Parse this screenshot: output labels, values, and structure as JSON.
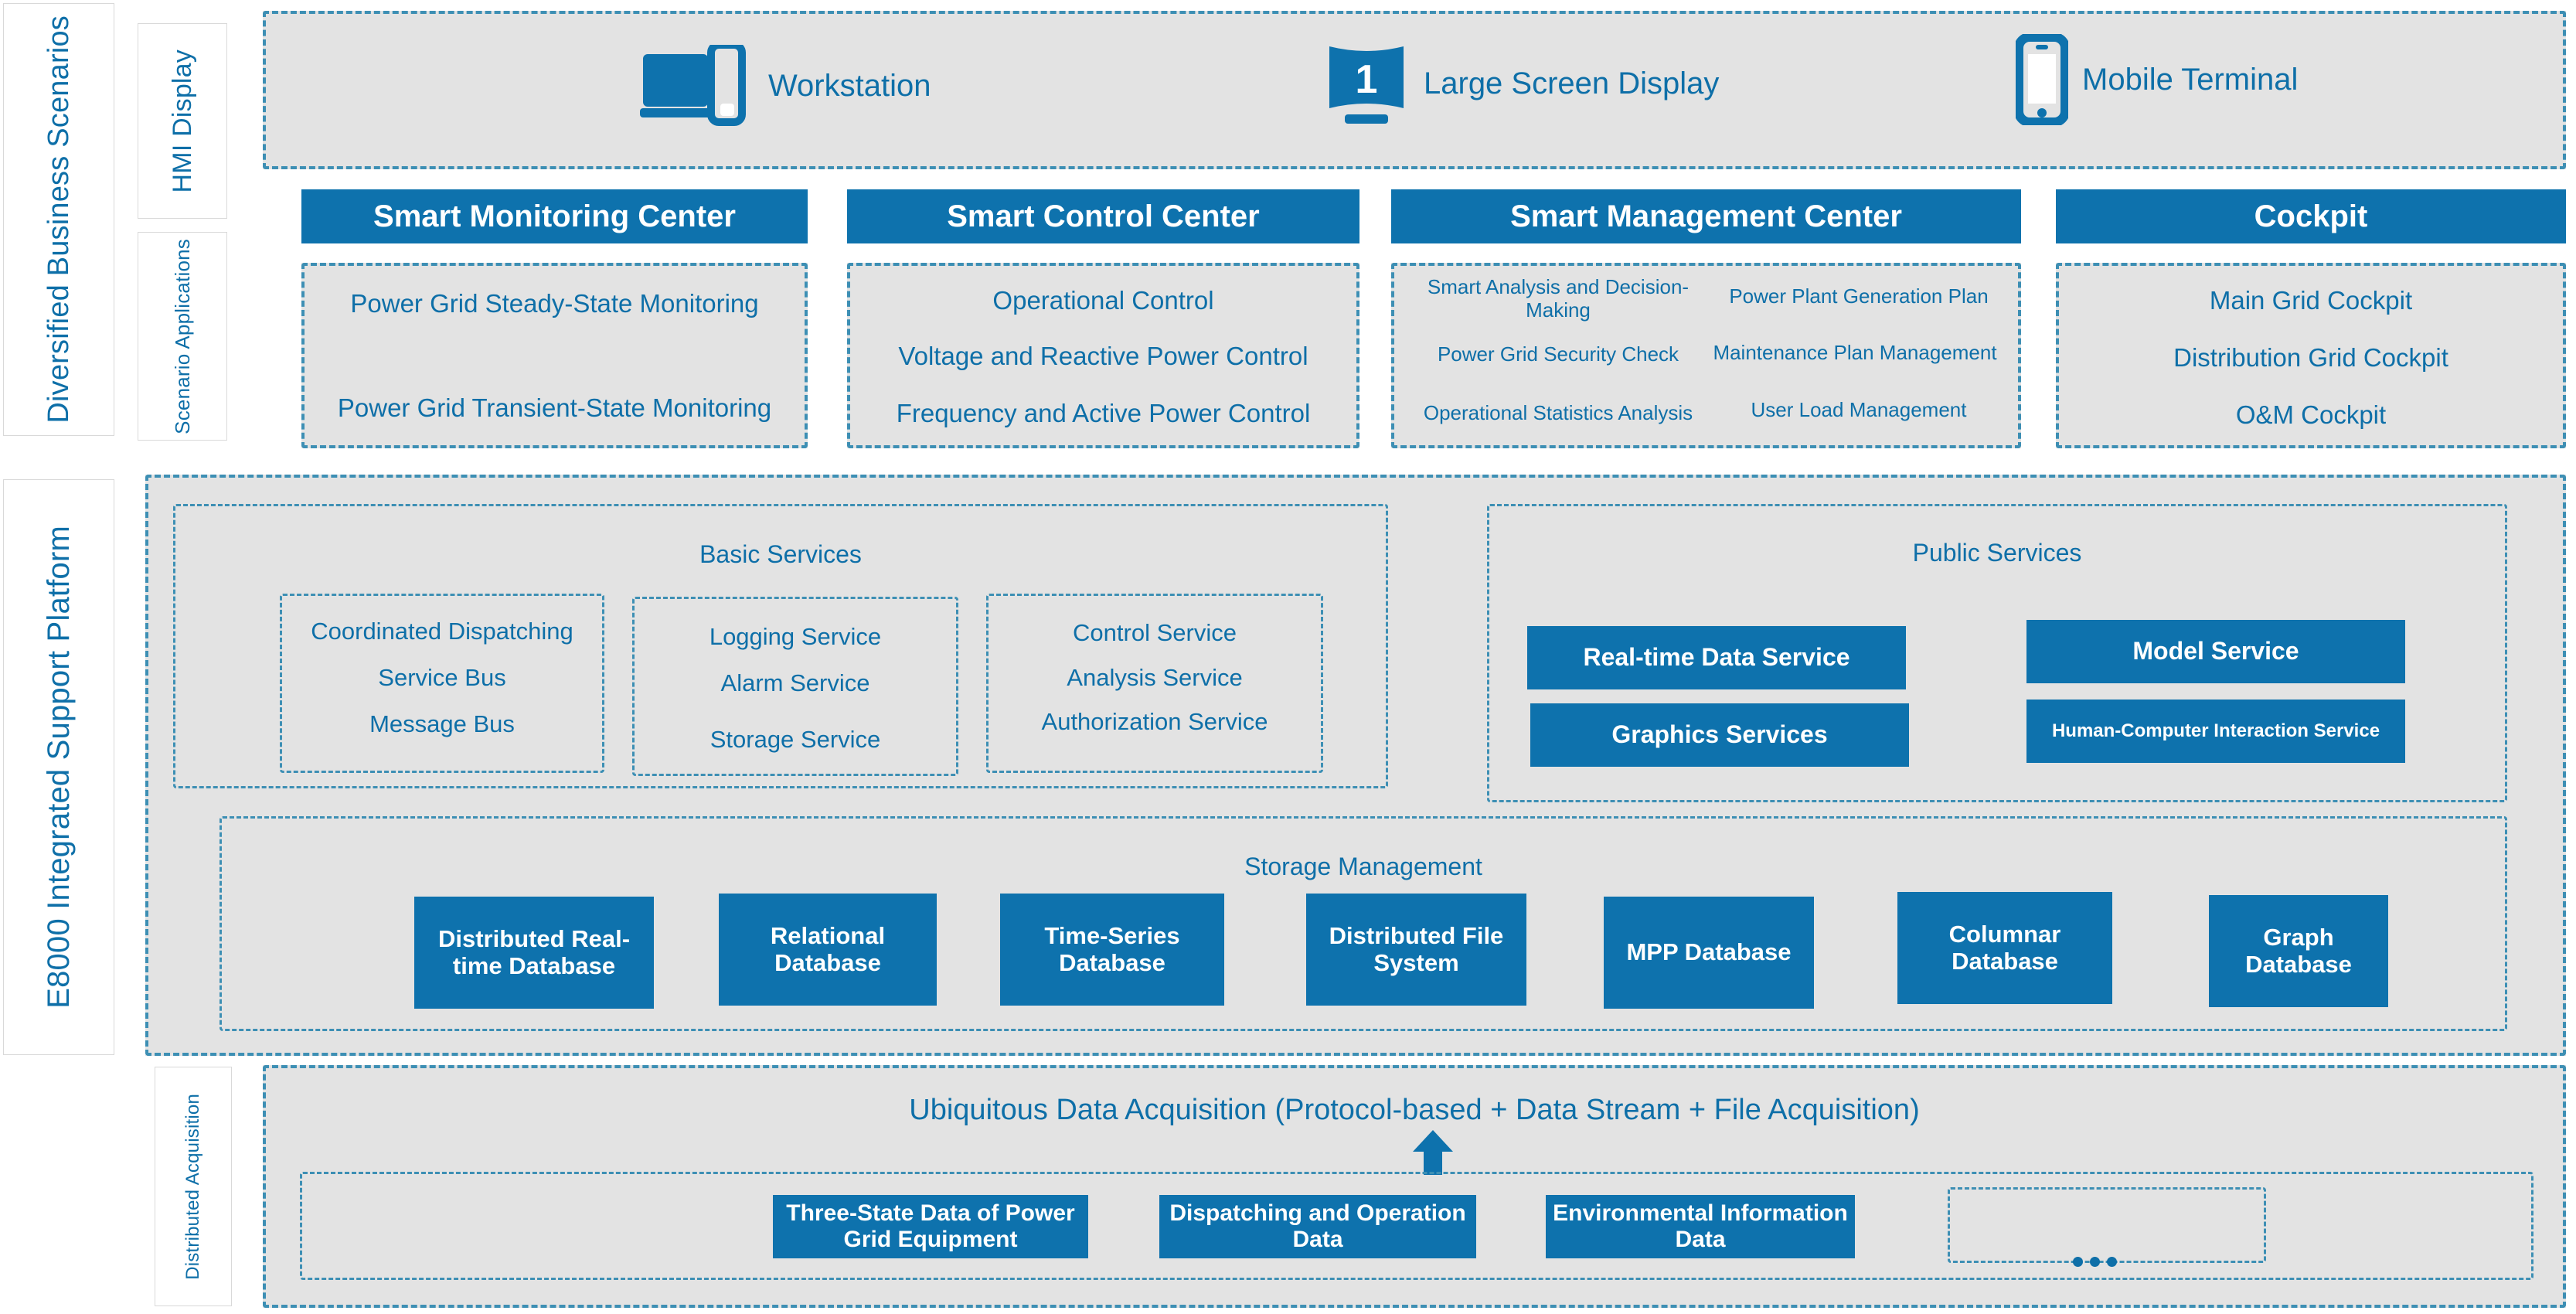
{
  "rails": {
    "business_scenarios": "Diversified Business Scenarios",
    "hmi_display": "HMI Display",
    "scenario_applications": "Scenario Applications",
    "platform": "E8000 Integrated Support Platform",
    "distributed_acquisition": "Distributed Acquisition"
  },
  "hmi": {
    "devices": [
      {
        "icon": "workstation-icon",
        "label": "Workstation"
      },
      {
        "icon": "large-screen-display-icon",
        "label": "Large Screen Display"
      },
      {
        "icon": "mobile-terminal-icon",
        "label": "Mobile Terminal"
      }
    ]
  },
  "scenario_columns": [
    {
      "header": "Smart Monitoring Center",
      "items": [
        "Power Grid Steady-State Monitoring",
        "Power Grid Transient-State Monitoring"
      ]
    },
    {
      "header": "Smart Control Center",
      "items": [
        "Operational Control",
        "Voltage and Reactive Power Control",
        "Frequency and Active Power Control"
      ]
    },
    {
      "header": "Smart Management Center",
      "items_left": [
        "Smart Analysis and Decision-Making",
        "Power Grid Security Check",
        "Operational Statistics Analysis"
      ],
      "items_right": [
        "Power Plant Generation Plan",
        "Maintenance Plan Management",
        "User Load Management"
      ]
    },
    {
      "header": "Cockpit",
      "items": [
        "Main Grid Cockpit",
        "Distribution Grid Cockpit",
        "O&M Cockpit"
      ]
    }
  ],
  "basic_services": {
    "title": "Basic Services",
    "groups": [
      {
        "items": [
          "Coordinated Dispatching",
          "Service Bus",
          "Message Bus"
        ]
      },
      {
        "items": [
          "Logging Service",
          "Alarm Service",
          "Storage Service"
        ]
      },
      {
        "items": [
          "Control Service",
          "Analysis Service",
          "Authorization Service"
        ]
      }
    ]
  },
  "public_services": {
    "title": "Public Services",
    "tiles_left": [
      "Real-time Data Service",
      "Graphics Services"
    ],
    "tiles_right": [
      "Model Service",
      "Human-Computer Interaction Service"
    ]
  },
  "storage_management": {
    "title": "Storage Management",
    "databases": [
      "Distributed Real-\ntime Database",
      "Relational\nDatabase",
      "Time-Series\nDatabase",
      "Distributed\nFile System",
      "MPP Database",
      "Columnar\nDatabase",
      "Graph\nDatabase"
    ]
  },
  "acquisition": {
    "title": "Ubiquitous Data Acquisition (Protocol-based + Data Stream + File Acquisition)",
    "sources": [
      "Three-State Data of\nPower Grid Equipment",
      "Dispatching and\nOperation Data",
      "Environmental\nInformation Data"
    ],
    "placeholder_icon": "ellipsis-dots-icon"
  },
  "colors": {
    "brand_blue": "#0e72ad",
    "text_blue": "#0e6fa8",
    "dash_border": "#3d8fb4",
    "panel_grey": "#e3e3e3"
  }
}
